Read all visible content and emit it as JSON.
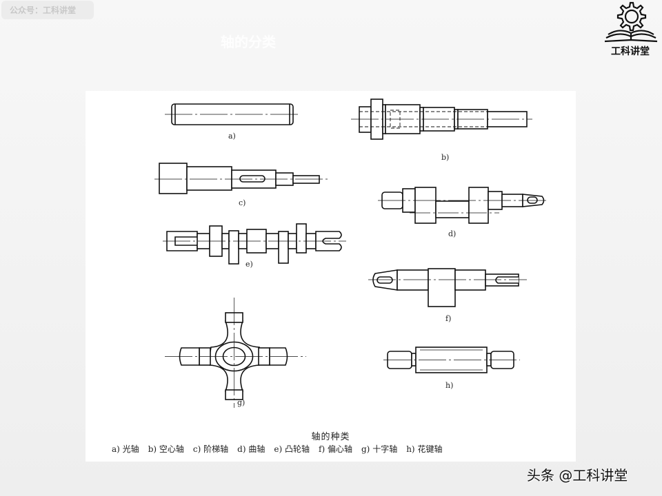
{
  "watermark_top": "公众号：工科讲堂",
  "ghost_title": "轴的分类",
  "logo": {
    "text": "工科讲堂",
    "icon": "gear-book-icon"
  },
  "figure": {
    "labels": {
      "a": "a)",
      "b": "b)",
      "c": "c)",
      "d": "d)",
      "e": "e)",
      "f": "f)",
      "g": "g)",
      "h": "h)"
    },
    "caption_title": "轴的种类",
    "legend": [
      {
        "key": "a)",
        "name": "光轴"
      },
      {
        "key": "b)",
        "name": "空心轴"
      },
      {
        "key": "c)",
        "name": "阶梯轴"
      },
      {
        "key": "d)",
        "name": "曲轴"
      },
      {
        "key": "e)",
        "name": "凸轮轴"
      },
      {
        "key": "f)",
        "name": "偏心轴"
      },
      {
        "key": "g)",
        "name": "十字轴"
      },
      {
        "key": "h)",
        "name": "花键轴"
      }
    ]
  },
  "watermark_bottom": "头条 @工科讲堂"
}
